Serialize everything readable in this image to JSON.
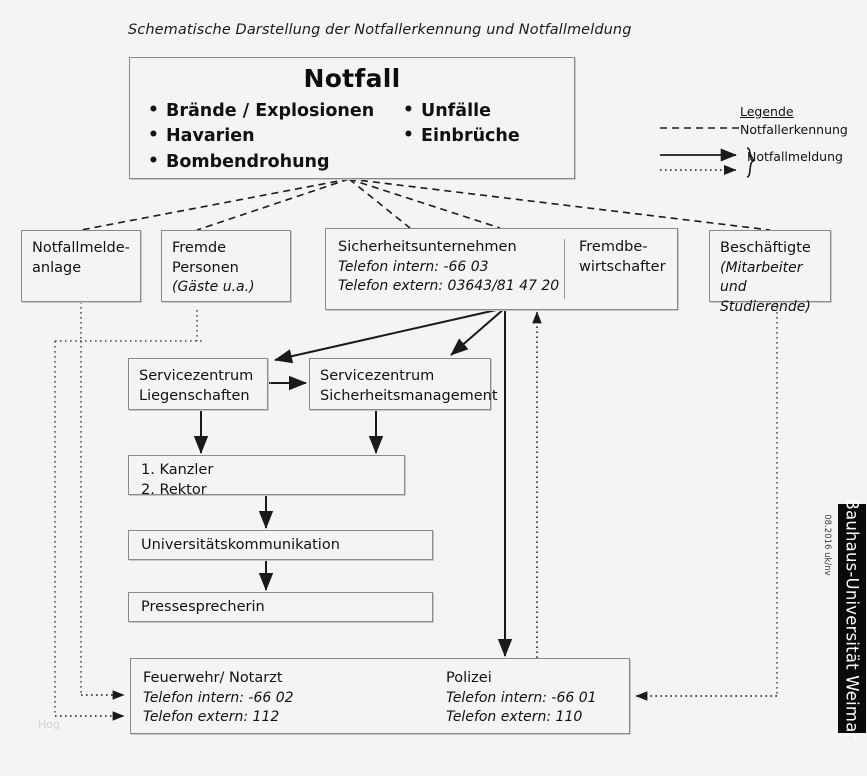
{
  "caption": "Schematische Darstellung der Notfallerkennung und Notfallmeldung",
  "notfall": {
    "title": "Notfall",
    "column_left": [
      "Brände / Explosionen",
      "Havarien",
      "Bombendrohung"
    ],
    "column_right": [
      "Unfälle",
      "Einbrüche"
    ]
  },
  "legend": {
    "title": "Legende",
    "dashed_label": "Notfallerkennung",
    "grouped_label": "Notfallmeldung"
  },
  "boxes": {
    "notfallmeldeanlage": {
      "line1": "Notfallmelde-",
      "line2": "anlage"
    },
    "fremde_personen": {
      "title": "Fremde Personen",
      "sub": "(Gäste u.a.)"
    },
    "sicherheitsunternehmen": {
      "title": "Sicherheitsunternehmen",
      "tel_intern": "Telefon intern: -66 03",
      "tel_extern": "Telefon extern: 03643/81 47 20"
    },
    "fremdbewirtschafter": {
      "line1": "Fremdbe-",
      "line2": "wirtschafter"
    },
    "beschaeftigte": {
      "title": "Beschäftigte",
      "sub1": "(Mitarbeiter und",
      "sub2": "Studierende)"
    },
    "servicezentrum_liegenschaften": {
      "line1": "Servicezentrum",
      "line2": "Liegenschaften"
    },
    "servicezentrum_sicherheitsmanagement": {
      "line1": "Servicezentrum",
      "line2": "Sicherheitsmanagement"
    },
    "leitung": {
      "line1": "1. Kanzler",
      "line2": "2. Rektor"
    },
    "universitaetskommunikation": {
      "label": "Universitätskommunikation"
    },
    "pressesprecherin": {
      "label": "Pressesprecherin"
    },
    "feuerwehr": {
      "title": "Feuerwehr/ Notarzt",
      "tel_intern": "Telefon intern: -66 02",
      "tel_extern": "Telefon extern: 112"
    },
    "polizei": {
      "title": "Polizei",
      "tel_intern": "Telefon intern: -66 01",
      "tel_extern": "Telefon extern: 110"
    }
  },
  "footer": {
    "organisation": "Bauhaus-Universität Weimar",
    "datecode": "08.2016 uk/nv",
    "watermark": "Hog"
  },
  "colors": {
    "background": "#f4f4f4",
    "box_border": "#8a8a8a",
    "line": "#1a1a1a",
    "bar": "#0a0a0a"
  }
}
